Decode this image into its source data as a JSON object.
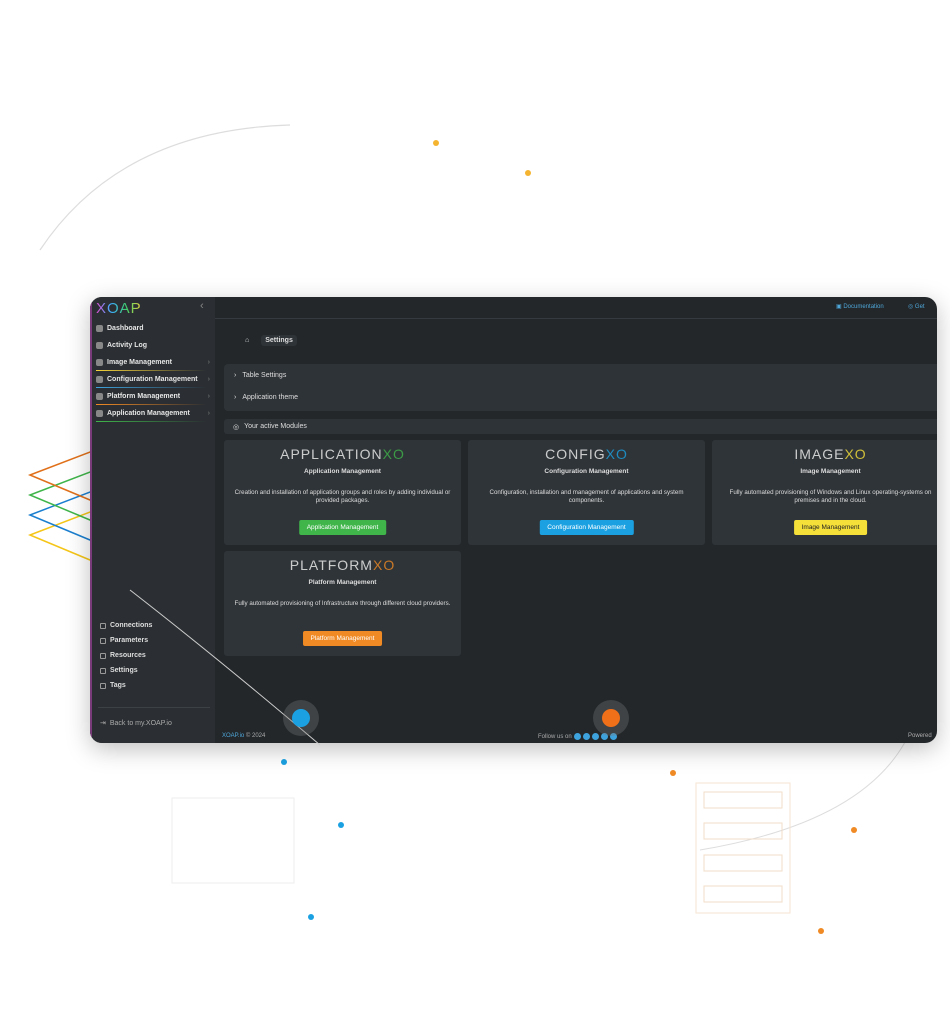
{
  "app": {
    "logo": "XOAP",
    "collapse_icon": "chevron-left-icon"
  },
  "sidebar": {
    "items": [
      {
        "label": "Dashboard",
        "icon": "home-icon",
        "underline": ""
      },
      {
        "label": "Activity Log",
        "icon": "clock-icon",
        "underline": ""
      },
      {
        "label": "Image Management",
        "icon": "image-icon",
        "underline": "#f5d33a"
      },
      {
        "label": "Configuration Management",
        "icon": "config-icon",
        "underline": "#3ea3dd"
      },
      {
        "label": "Platform Management",
        "icon": "platform-icon",
        "underline": "#f08a24"
      },
      {
        "label": "Application Management",
        "icon": "application-icon",
        "underline": "#3fb54a"
      }
    ],
    "bottom_items": [
      {
        "label": "Connections",
        "icon": "link-icon"
      },
      {
        "label": "Parameters",
        "icon": "list-icon"
      },
      {
        "label": "Resources",
        "icon": "server-icon"
      },
      {
        "label": "Settings",
        "icon": "gear-icon"
      },
      {
        "label": "Tags",
        "icon": "tag-icon"
      }
    ],
    "back_link": "Back to my.XOAP.io"
  },
  "header": {
    "documentation": "Documentation",
    "get": "Get"
  },
  "breadcrumb": {
    "current": "Settings"
  },
  "settings_panel": {
    "rows": [
      "Table Settings",
      "Application theme"
    ]
  },
  "modules": {
    "heading": "Your active Modules",
    "cards": [
      {
        "brand": "APPLICATION",
        "suffix": "XO",
        "title": "Application Management",
        "desc": "Creation and installation of application groups and roles by adding individual or provided packages.",
        "button": "Application Management",
        "color": "#3fb54a",
        "text": "#fff"
      },
      {
        "brand": "CONFIG",
        "suffix": "XO",
        "title": "Configuration Management",
        "desc": "Configuration, installation and management of applications and system components.",
        "button": "Configuration Management",
        "color": "#1ba1e2",
        "text": "#fff"
      },
      {
        "brand": "IMAGE",
        "suffix": "XO",
        "title": "Image Management",
        "desc": "Fully automated provisioning of Windows and Linux operating-systems on premises and in the cloud.",
        "button": "Image Management",
        "color": "#f5e03a",
        "text": "#222"
      },
      {
        "brand": "PLATFORM",
        "suffix": "XO",
        "title": "Platform Management",
        "desc": "Fully automated provisioning of Infrastructure through different cloud providers.",
        "button": "Platform Management",
        "color": "#f08a24",
        "text": "#fff"
      }
    ]
  },
  "footer": {
    "brand": "XOAP.io",
    "copyright": "© 2024",
    "follow": "Follow us on",
    "social": [
      "facebook-icon",
      "twitter-icon",
      "linkedin-icon",
      "youtube-icon",
      "github-icon"
    ],
    "powered": "Powered"
  }
}
